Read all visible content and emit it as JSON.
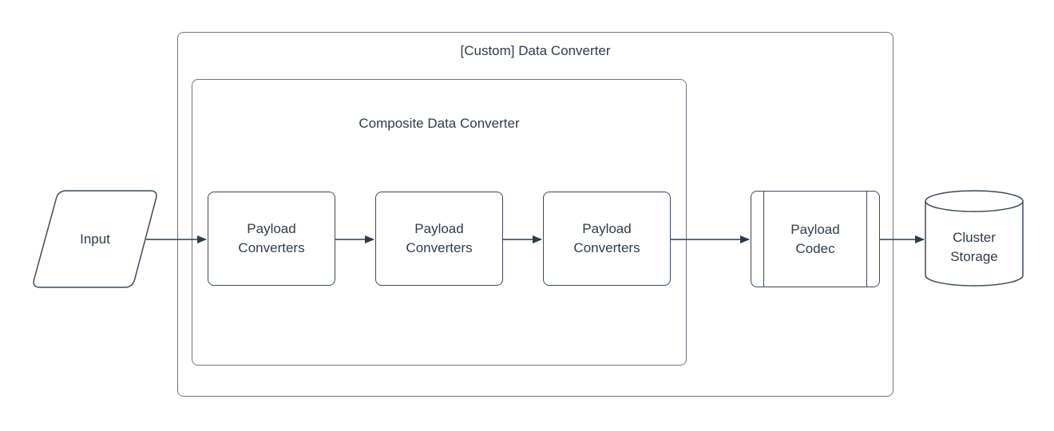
{
  "diagram": {
    "type": "flowchart",
    "outer_container": {
      "label": "[Custom] Data Converter"
    },
    "composite_container": {
      "label": "Composite Data Converter"
    },
    "input": {
      "label": "Input",
      "shape": "parallelogram"
    },
    "payload_converters": [
      {
        "label": "Payload Converters"
      },
      {
        "label": "Payload Converters"
      },
      {
        "label": "Payload Converters"
      }
    ],
    "payload_codec": {
      "label": "Payload Codec",
      "shape": "predefined-process"
    },
    "cluster_storage": {
      "label": "Cluster Storage",
      "shape": "cylinder"
    },
    "connectors": [
      {
        "from": "input",
        "to": "payload-converters-1"
      },
      {
        "from": "payload-converters-1",
        "to": "payload-converters-2"
      },
      {
        "from": "payload-converters-2",
        "to": "payload-converters-3"
      },
      {
        "from": "payload-converters-3",
        "to": "payload-codec"
      },
      {
        "from": "payload-codec",
        "to": "cluster-storage"
      }
    ],
    "colors": {
      "text": "#2f3b4c",
      "shape_stroke": "#3d4a5c",
      "container_stroke": "#6e7682",
      "arrow": "#2f3b4c",
      "background": "#ffffff"
    }
  }
}
